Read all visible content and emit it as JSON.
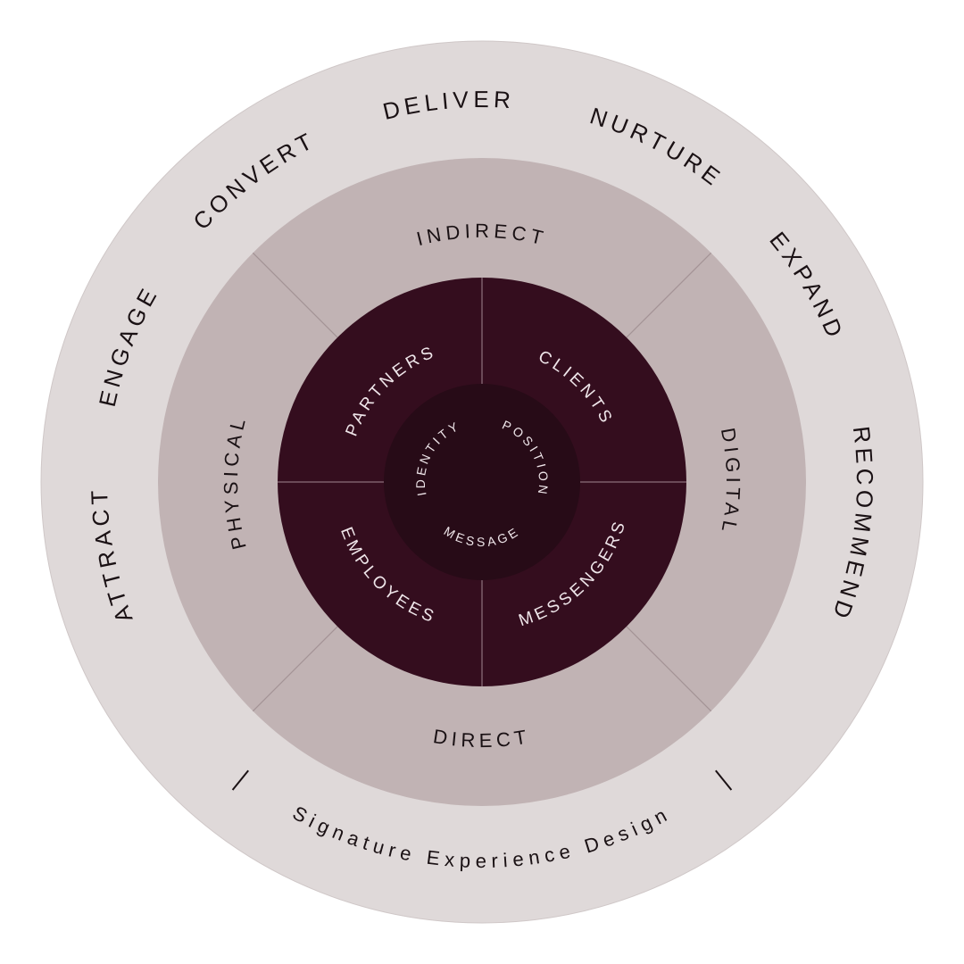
{
  "colors": {
    "outer_ring": "#dfd9d9",
    "middle_ring": "#c1b3b4",
    "dark_circle": "#340d1e",
    "inner_circle": "#270b17"
  },
  "outer_ring": {
    "stages": [
      "ATTRACT",
      "ENGAGE",
      "CONVERT",
      "DELIVER",
      "NURTURE",
      "EXPAND",
      "RECOMMEND"
    ],
    "footer": "Signature Experience Design"
  },
  "middle_ring": {
    "indirect": "INDIRECT",
    "digital": "DIGITAL",
    "direct": "DIRECT",
    "physical": "PHYSICAL"
  },
  "dark_ring": {
    "partners": "PARTNERS",
    "clients": "CLIENTS",
    "messengers": "MESSENGERS",
    "employees": "EMPLOYEES"
  },
  "core": {
    "identity": "IDENTITY",
    "position": "POSITION",
    "message": "MESSAGE"
  }
}
